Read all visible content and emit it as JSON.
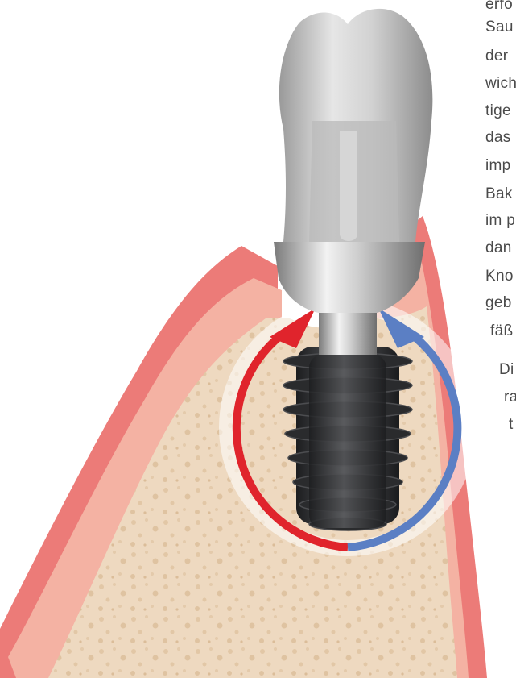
{
  "text_column": {
    "lines": [
      "erfo",
      "Sau",
      "der",
      "wich",
      "tige",
      "das",
      "imp",
      "Bak",
      "im p",
      "dan",
      "Kno",
      "geb",
      "fäß",
      "Di",
      "ra",
      "t"
    ]
  },
  "colors": {
    "gum_outer": "#ec7b78",
    "gum_inner": "#f4b2a3",
    "bone": "#eed9c0",
    "arrow_red": "#e0242c",
    "arrow_blue": "#5b7fc4",
    "implant": "#2e2f31",
    "abutment": "#bdbdbd",
    "crown": "#cfcfcf"
  }
}
